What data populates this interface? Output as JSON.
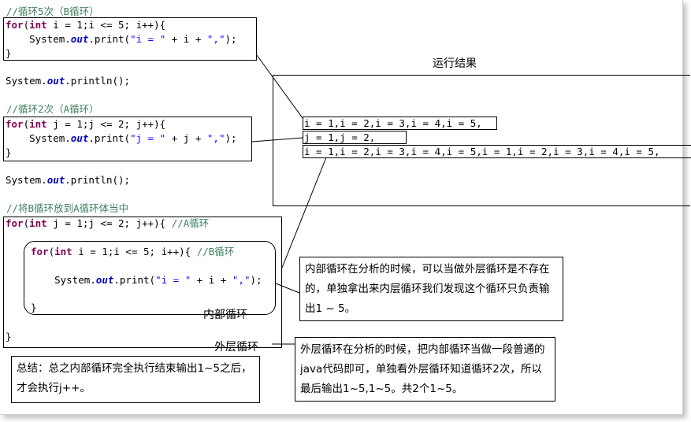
{
  "code": {
    "b_comment": "//循环5次（B循环）",
    "b_for": "for(int i = 1;i <= 5; i++){",
    "b_print_pre": "    System.",
    "b_print_fld": "out",
    "b_print_mid": ".print(",
    "b_print_str1": "\"i = \"",
    "b_print_op": " + i + ",
    "b_print_str2": "\",\"",
    "b_print_end": ");",
    "close": "}",
    "println_pre": "System.",
    "println_fld": "out",
    "println_end": ".println();",
    "a_comment": "//循环2次（A循环）",
    "a_for": "for(int j = 1;j <= 2; j++){",
    "a_print_op": " + j + ",
    "a_print_str1": "\"j = \"",
    "nest_comment": "//将B循环放到A循环体当中",
    "nest_outer_for": "for(int j = 1;j <= 2; j++){ ",
    "nest_outer_comment": "//A循环",
    "nest_inner_for": "for(int i = 1;i <= 5; i++){ ",
    "nest_inner_comment": "//B循环",
    "kw_for": "for",
    "kw_int": "int"
  },
  "result": {
    "title": "运行结果",
    "line1": "i = 1,i = 2,i = 3,i = 4,i = 5,",
    "line2": "j = 1,j = 2,",
    "line3": "i = 1,i = 2,i = 3,i = 4,i = 5,i = 1,i = 2,i = 3,i = 4,i = 5,"
  },
  "labels": {
    "inner_loop": "内部循环",
    "outer_loop": "外层循环"
  },
  "notes": {
    "inner_note": "内部循环在分析的时候，可以当做外层循环是不存在的，单独拿出来内层循环我们发现这个循环只负责输出1 ~ 5。",
    "outer_note": "外层循环在分析的时候，把内部循环当做一段普通的java代码即可，单独看外层循环知道循环2次，所以最后输出1~5,1~5。共2个1~5。",
    "summary_note": "总结：总之内部循环完全执行结束输出1~5之后，才会执行j++。"
  }
}
